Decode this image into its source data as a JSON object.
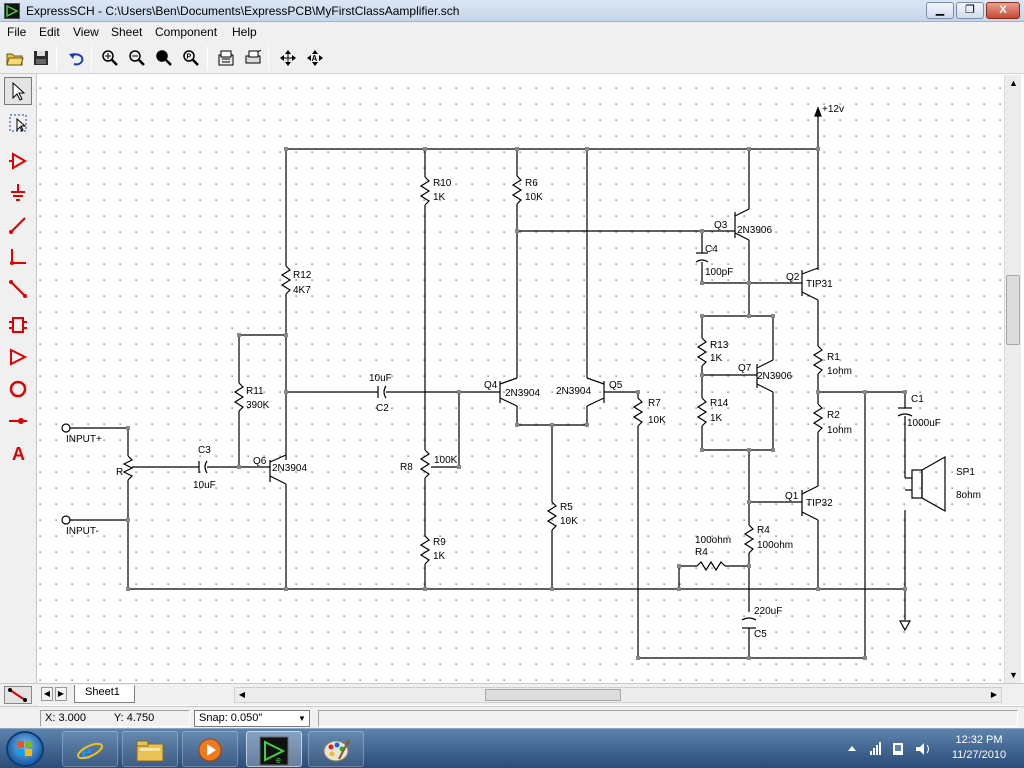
{
  "window": {
    "title": "ExpressSCH - C:\\Users\\Ben\\Documents\\ExpressPCB\\MyFirstClassAamplifier.sch",
    "min_label": "▁",
    "max_label": "❐",
    "close_label": "X"
  },
  "menu": [
    "File",
    "Edit",
    "View",
    "Sheet",
    "Component",
    "Help"
  ],
  "toolbar": {
    "open": "open-icon",
    "save": "save-icon",
    "undo": "undo-icon",
    "zoom_in": "zoom-in-icon",
    "zoom_out": "zoom-out-icon",
    "zoom_fit": "zoom-fit-icon",
    "zoom_prev": "zoom-previous-icon",
    "properties": "properties-icon",
    "print": "print-icon",
    "center": "center-icon",
    "auto": "auto-arrange-icon"
  },
  "palette": [
    "select-tool",
    "select-window-tool",
    "component-tool",
    "ground-tool",
    "wire-tool",
    "bend-wire-tool",
    "diagonal-wire-tool",
    "component-box-tool",
    "triangle-tool",
    "circle-tool",
    "pin-tool",
    "text-tool"
  ],
  "text_tool_label": "A",
  "schematic": {
    "labels": {
      "vcc": "+12v",
      "r10": "R10",
      "r10v": "1K",
      "r6": "R6",
      "r6v": "10K",
      "q3": "Q3",
      "q3v": "2N3906",
      "c4": "C4",
      "c4v": "100pF",
      "q2": "Q2",
      "q2v": "TIP31",
      "r12": "R12",
      "r12v": "4K7",
      "r13": "R13",
      "r13v": "1K",
      "r1": "R1",
      "r1v": "1ohm",
      "r11": "R11",
      "r11v": "390K",
      "c2top": "10uF",
      "c2": "C2",
      "q4": "Q4",
      "q4v": "2N3904",
      "q5v": "2N3904",
      "q5": "Q5",
      "q7": "Q7",
      "q7v": "2N3906",
      "r7": "R7",
      "r7v": "10K",
      "c1": "C1",
      "c1v": "1000uF",
      "r14": "R14",
      "r14v": "1K",
      "r2": "R2",
      "r2v": "1ohm",
      "input_plus": "INPUT+",
      "c3": "C3",
      "c3v": "10uF",
      "q6": "Q6",
      "q6v": "2N3904",
      "r8": "R8",
      "r8v": "100K",
      "r": "R",
      "sp1": "SP1",
      "sp1v": "8ohm",
      "q1": "Q1",
      "q1v": "TIP32",
      "input_minus": "INPUT-",
      "r5": "R5",
      "r5v": "10K",
      "r9": "R9",
      "r9v": "1K",
      "r4a": "100ohm",
      "r4b": "R4",
      "r4c": "R4",
      "r4v": "100ohm",
      "c5v": "220uF",
      "c5": "C5"
    }
  },
  "sheet_tab": "Sheet1",
  "status": {
    "x": "X: 3.000",
    "y": "Y: 4.750",
    "snap": "Snap:  0.050\""
  },
  "taskbar": {
    "time": "12:32 PM",
    "date": "11/27/2010",
    "apps": [
      "internet-explorer-icon",
      "file-explorer-icon",
      "media-player-icon",
      "expresssch-icon",
      "paint-icon"
    ]
  }
}
